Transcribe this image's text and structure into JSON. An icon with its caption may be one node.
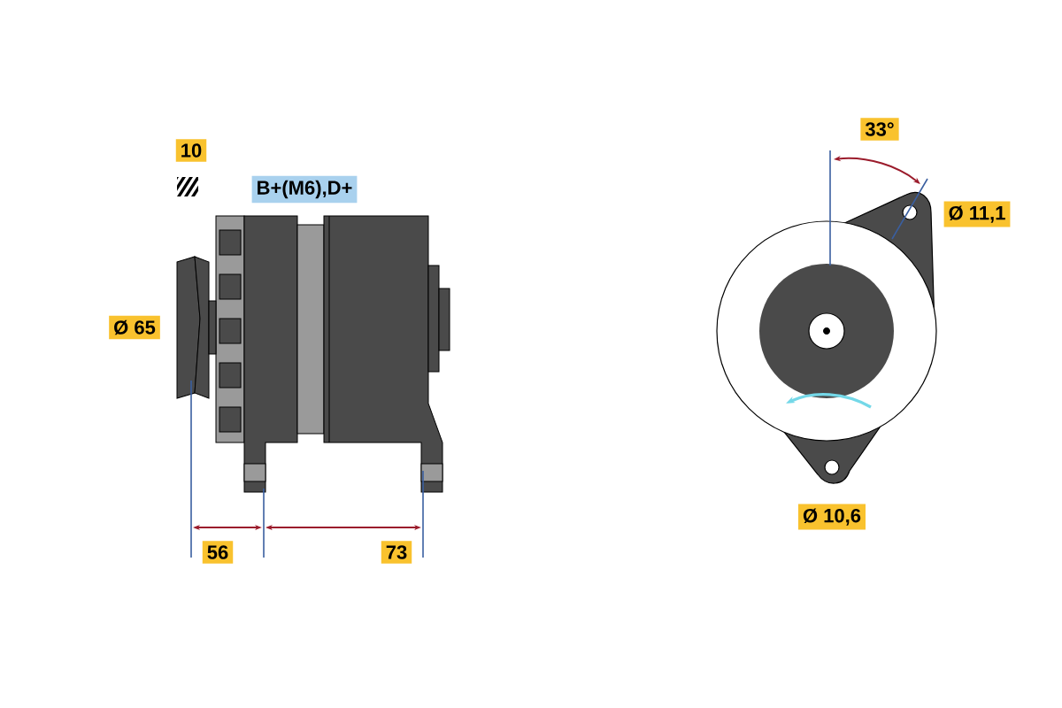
{
  "diagram": {
    "labels": [
      "10",
      "B+(M6),D+",
      "Ø 65",
      "56",
      "73",
      "33°",
      "Ø 11,1",
      "Ø 10,6"
    ]
  }
}
